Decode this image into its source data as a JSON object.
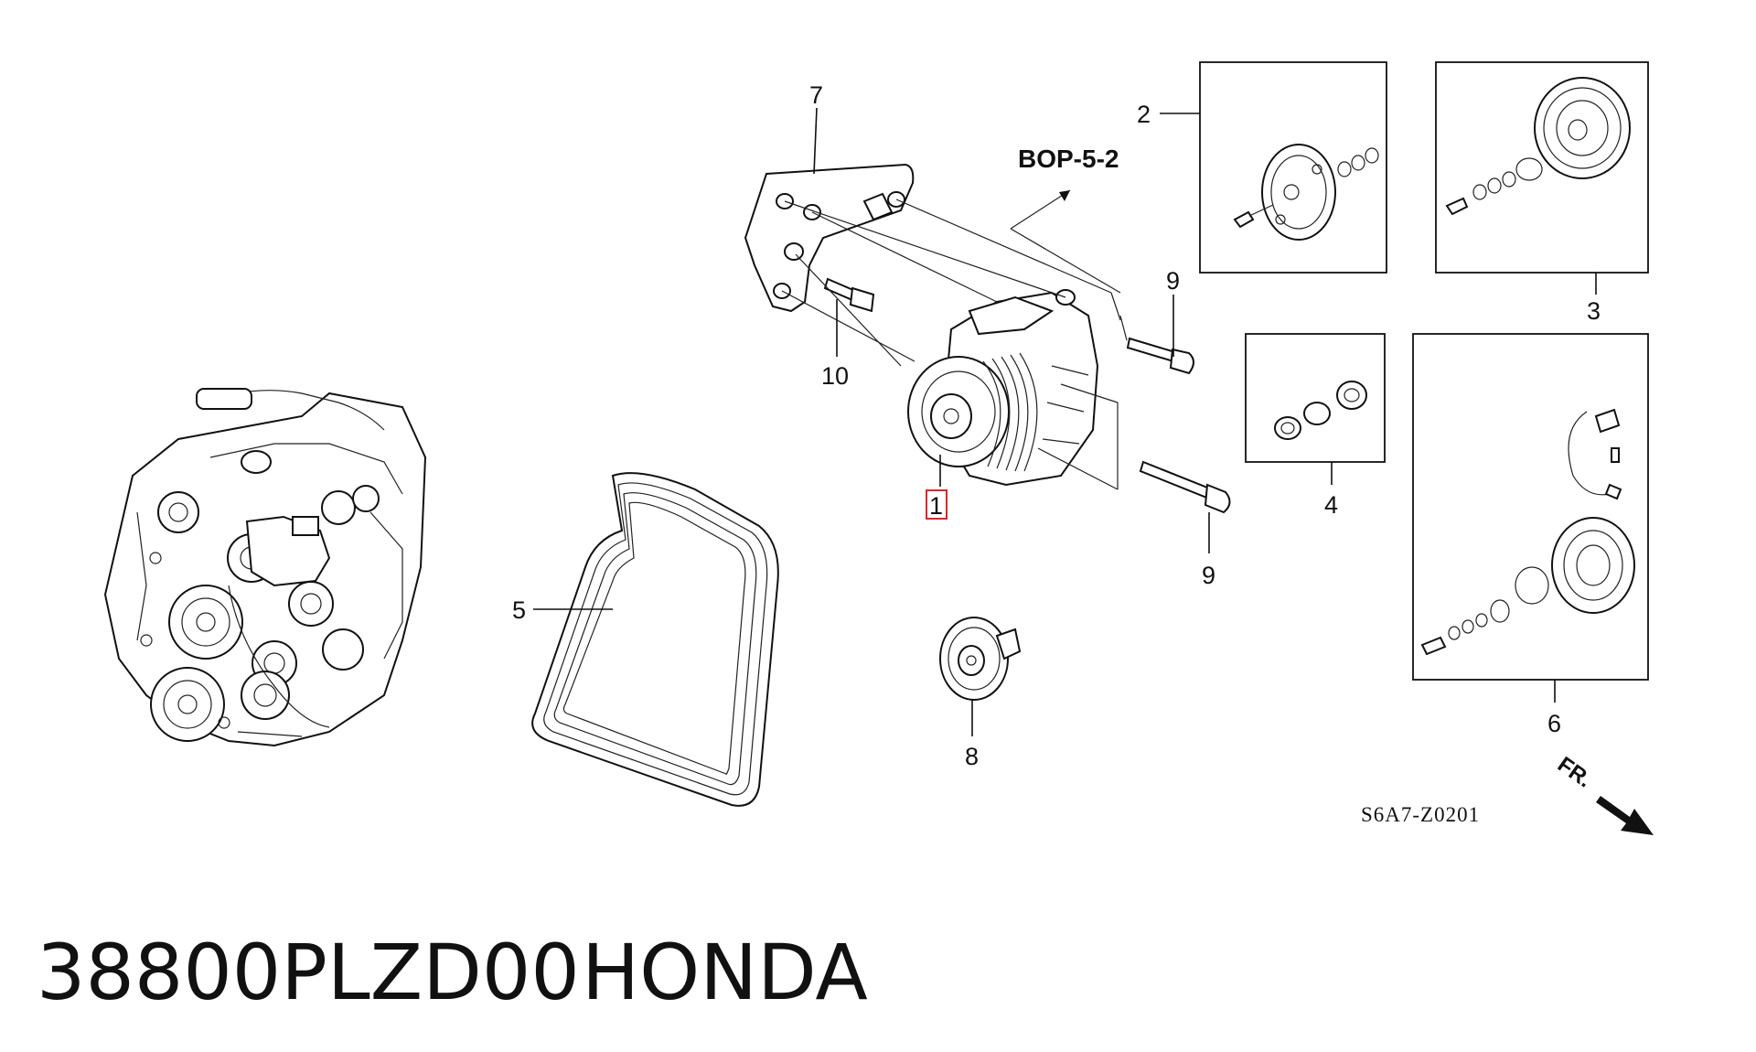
{
  "title": {
    "part_number": "38800PLZD00",
    "brand": "HONDA"
  },
  "reference": "BOP-5-2",
  "drawing_code": "S6A7-Z0201",
  "front_marker": "FR.",
  "callouts": {
    "c1": "1",
    "c2": "2",
    "c3": "3",
    "c4": "4",
    "c5": "5",
    "c6": "6",
    "c7": "7",
    "c8": "8",
    "c9a": "9",
    "c9b": "9",
    "c10": "10"
  },
  "colors": {
    "line": "#111111",
    "highlight": "#e0242b"
  }
}
